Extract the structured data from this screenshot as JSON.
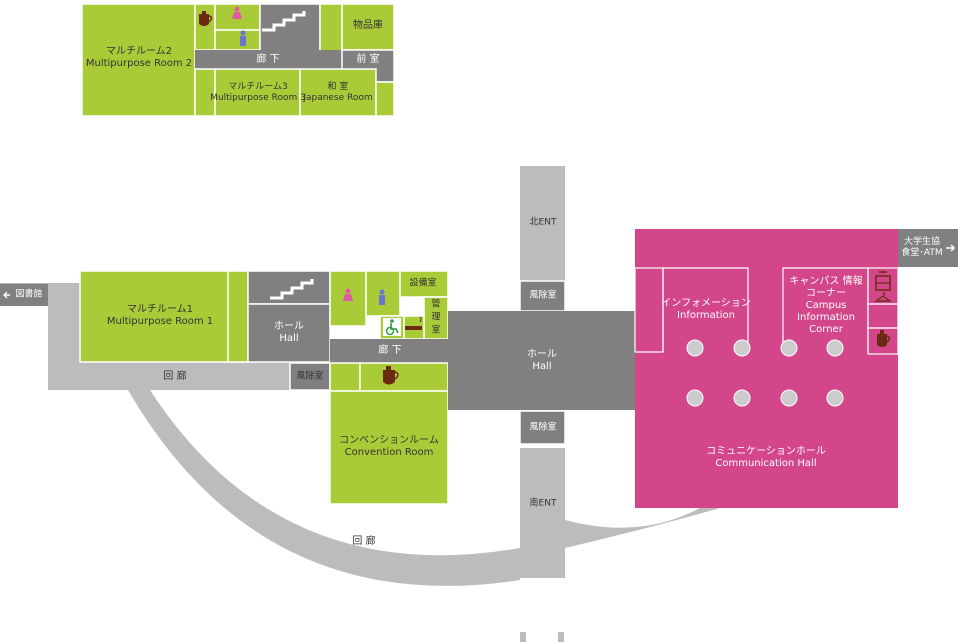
{
  "colors": {
    "green": "#aacb38",
    "pink": "#d3468a",
    "gray": "#bcbcbc",
    "darkgray": "#808080",
    "brown": "#6b2a12"
  },
  "top_floor": {
    "multipurpose2": {
      "jp": "マルチルーム2",
      "en": "Multipurpose Room 2"
    },
    "corridor": "廊 下",
    "storage": "物品庫",
    "anteroom": "前 室",
    "multipurpose3": {
      "jp": "マルチルーム3",
      "en": "Multipurpose Room 3"
    },
    "japanese_room": {
      "jp": "和 室",
      "en": "Japanese Room"
    }
  },
  "main_floor": {
    "library_link": "図書館",
    "multipurpose1": {
      "jp": "マルチルーム1",
      "en": "Multipurpose Room 1"
    },
    "hall_small": {
      "jp": "ホール",
      "en": "Hall"
    },
    "equipment": "設備室",
    "management": "管理室",
    "corridor": "廊 下",
    "windbreak_west": "風除室",
    "cloister_upper": "回 廊",
    "cloister_lower": "回 廊",
    "convention": {
      "jp": "コンベンションルーム",
      "en": "Convention Room"
    },
    "north_ent": "北ENT",
    "windbreak_north": "風除室",
    "hall_center": {
      "jp": "ホール",
      "en": "Hall"
    },
    "windbreak_south": "風除室",
    "south_ent": "南ENT",
    "information": {
      "jp": "インフォメーション",
      "en": "Information"
    },
    "campus_corner": {
      "jp": "キャンパス 情報コーナー",
      "en1": "Campus",
      "en2": "Information",
      "en3": "Corner"
    },
    "communication_hall": {
      "jp": "コミュニケーションホール",
      "en": "Communication Hall"
    },
    "coop_link": {
      "line1": "大学生協",
      "line2": "食堂･ATM"
    }
  },
  "icons": [
    "coffee-icon",
    "female-restroom-icon",
    "male-restroom-icon",
    "stairs-icon",
    "wheelchair-icon",
    "smoking-icon",
    "locker-icon",
    "hanger-icon",
    "arrow-left-icon",
    "arrow-right-icon"
  ]
}
